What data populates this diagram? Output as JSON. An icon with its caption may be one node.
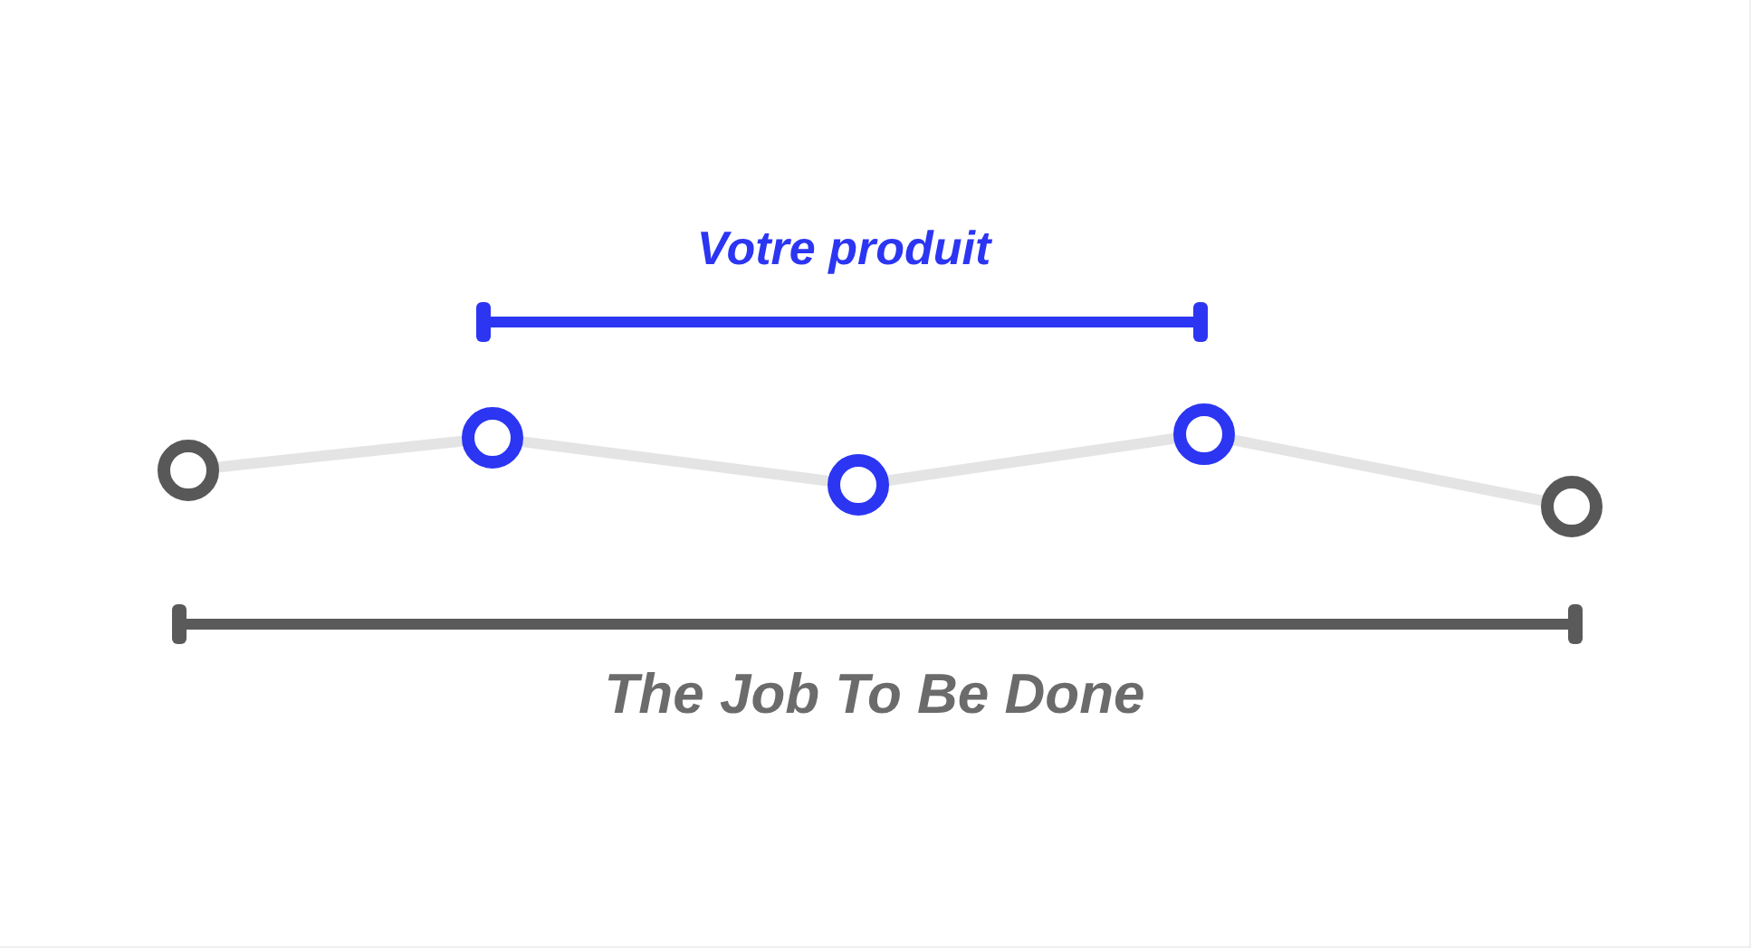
{
  "diagram": {
    "nodes": [
      {
        "text": [],
        "shape": "circle"
      },
      {
        "text": [],
        "shape": "circle"
      },
      {
        "text": [],
        "shape": "circle"
      },
      {
        "text": [],
        "shape": "circle"
      },
      {
        "text": [],
        "shape": "circle"
      }
    ],
    "edges": [
      {
        "from": 0,
        "to": 1,
        "arrow": "none"
      },
      {
        "from": 1,
        "to": 2,
        "arrow": "none"
      },
      {
        "from": 2,
        "to": 3,
        "arrow": "none"
      },
      {
        "from": 3,
        "to": 4,
        "arrow": "none"
      }
    ],
    "labels": [
      "Votre produit",
      "The Job To Be Done"
    ]
  }
}
